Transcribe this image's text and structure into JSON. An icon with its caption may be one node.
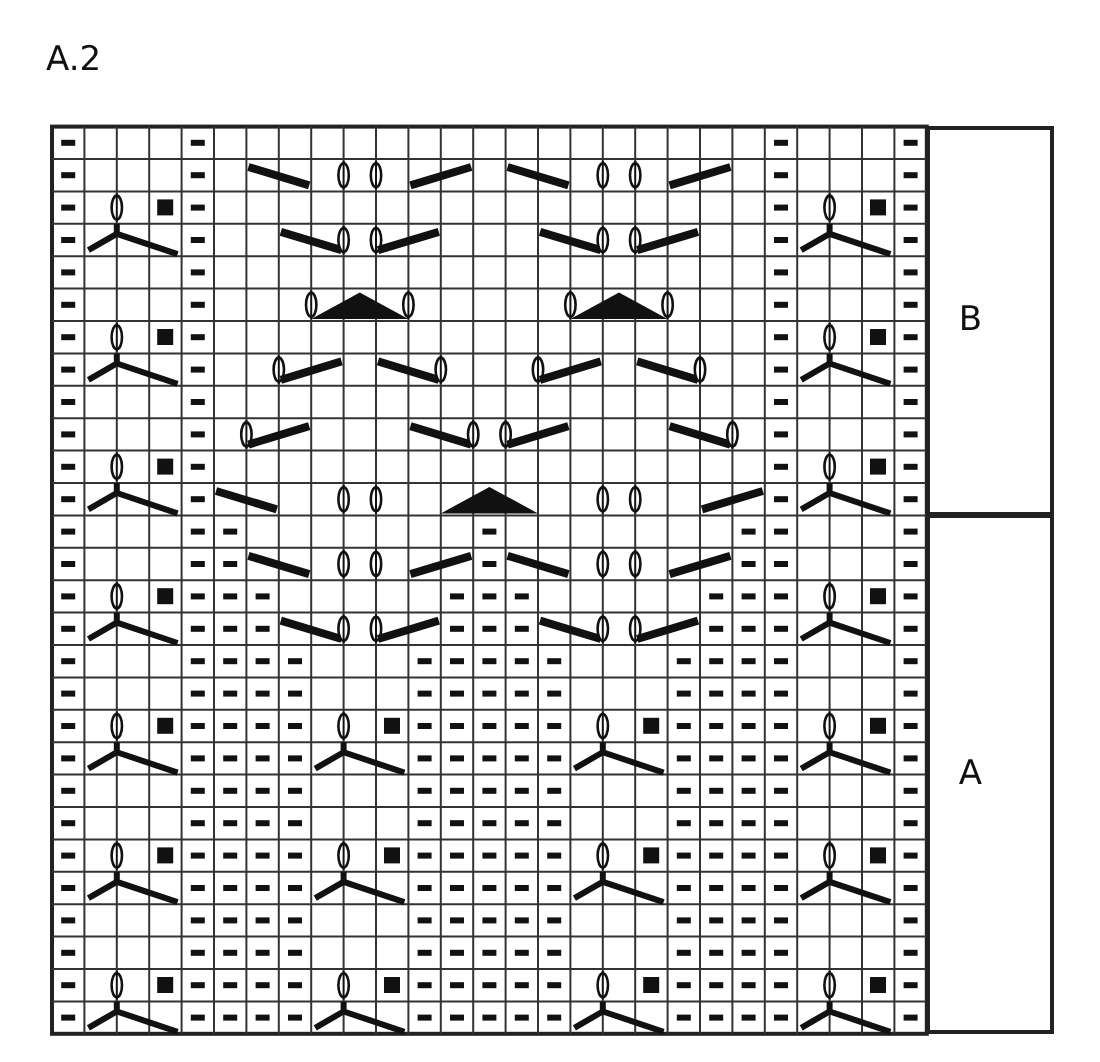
{
  "diagram": {
    "title": "A.2",
    "nodes": [
      {
        "text": [
          "B"
        ]
      },
      {
        "text": [
          "A"
        ]
      }
    ]
  }
}
